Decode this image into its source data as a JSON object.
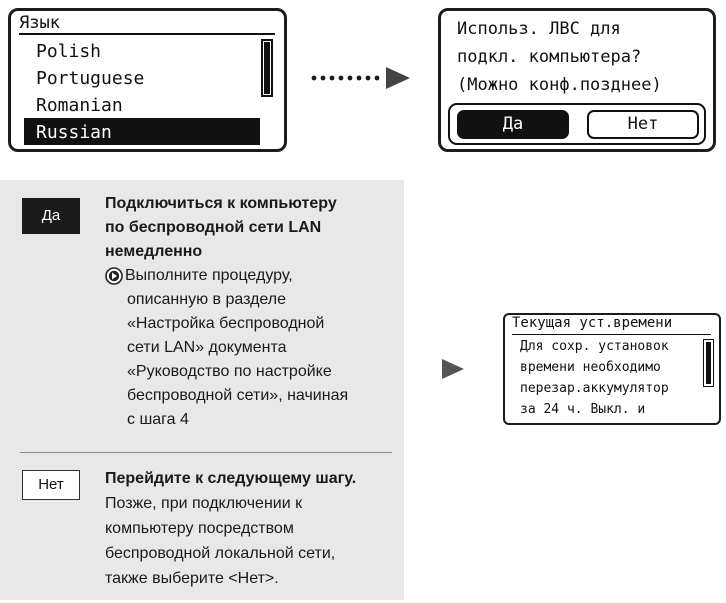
{
  "lang_screen": {
    "title": "Язык",
    "items": [
      "Polish",
      "Portuguese",
      "Romanian",
      "Russian"
    ],
    "selected_index": 3
  },
  "lan_screen": {
    "lines": [
      "Использ. ЛВС для",
      "подкл. компьютера?",
      "(Можно конф.позднее)"
    ],
    "yes_label": "Да",
    "no_label": "Нет"
  },
  "instructions": {
    "yes": {
      "key_label": "Да",
      "title_lines": [
        "Подключиться к компьютеру",
        "по беспроводной сети LAN",
        "немедленно"
      ],
      "step_lines": [
        "Выполните процедуру,",
        "описанную в разделе",
        "«Настройка беспроводной",
        "сети LAN» документа",
        "«Руководство по настройке",
        "беспроводной сети», начиная",
        "с шага 4"
      ]
    },
    "no": {
      "key_label": "Нет",
      "title": "Перейдите к следующему шагу.",
      "body_lines": [
        "Позже, при подключении к",
        "компьютеру посредством",
        "беспроводной локальной сети,",
        "также выберите <Нет>."
      ]
    }
  },
  "time_screen": {
    "title": "Текущая уст.времени",
    "lines": [
      "Для сохр. установок",
      "времени необходимо",
      "перезар.аккумулятор",
      "за 24 ч. Выкл. и"
    ]
  },
  "icons": {
    "dotted_arrow": "dotted-right-arrow-icon",
    "solid_arrow": "right-triangle-arrow-icon",
    "step_marker": "circled-arrow-icon"
  }
}
